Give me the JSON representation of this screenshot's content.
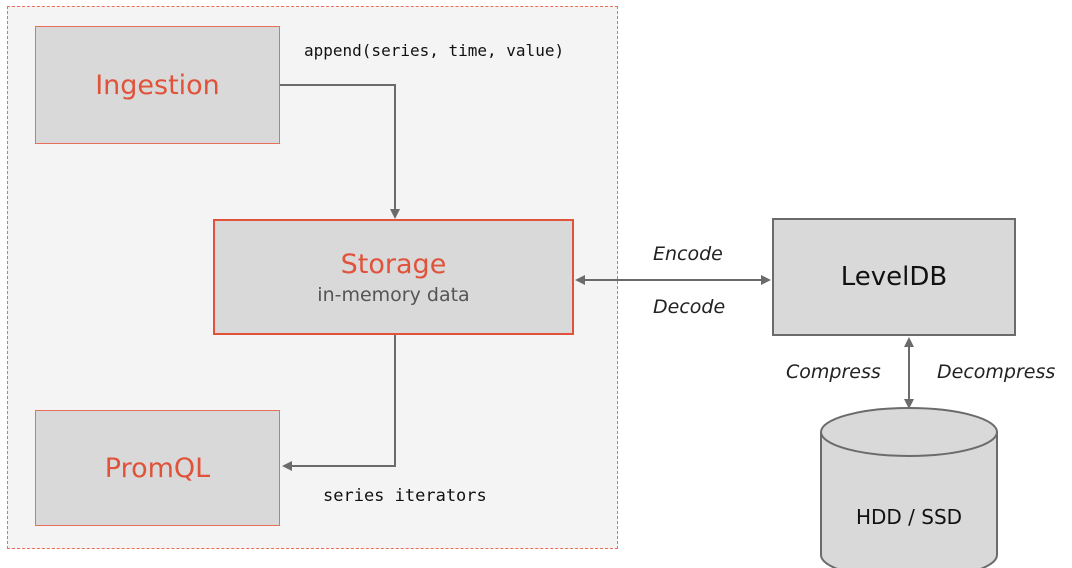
{
  "ingestion": {
    "label": "Ingestion"
  },
  "storage": {
    "label": "Storage",
    "sublabel": "in-memory data"
  },
  "promql": {
    "label": "PromQL"
  },
  "leveldb": {
    "label": "LevelDB"
  },
  "disk": {
    "label": "HDD / SSD"
  },
  "edges": {
    "append_label": "append(series, time, value)",
    "iterators_label": "series iterators",
    "encode_label": "Encode",
    "decode_label": "Decode",
    "compress_label": "Compress",
    "decompress_label": "Decompress"
  },
  "colors": {
    "accent": "#e0533a",
    "box_fill": "#d9d9d9",
    "container_fill": "#f4f4f4",
    "arrow": "#6b6b6b"
  }
}
